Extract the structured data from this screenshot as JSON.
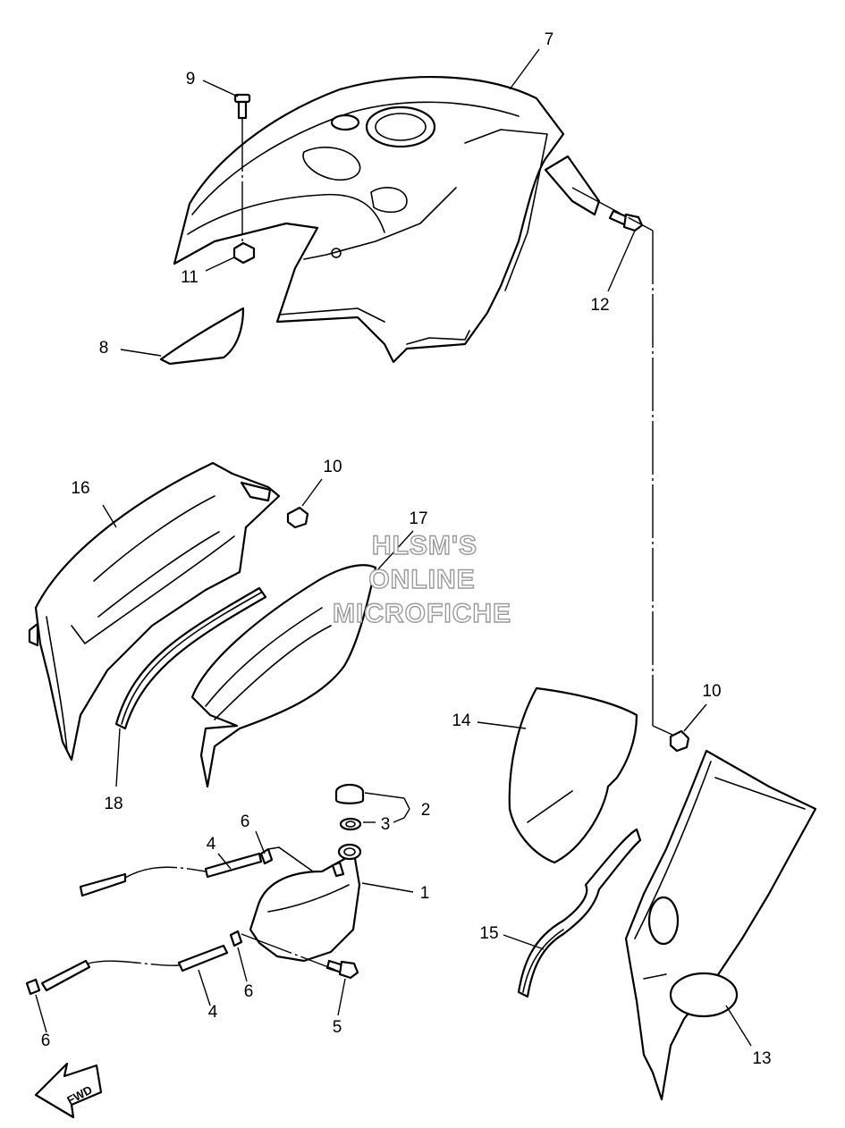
{
  "watermark": {
    "line1": "HLSM'S",
    "line2": "ONLINE",
    "line3": "MICROFICHE"
  },
  "direction": "FWD",
  "callouts": {
    "c1": "1",
    "c2": "2",
    "c3": "3",
    "c4a": "4",
    "c4b": "4",
    "c5": "5",
    "c6a": "6",
    "c6b": "6",
    "c6c": "6",
    "c7": "7",
    "c8": "8",
    "c9": "9",
    "c10a": "10",
    "c10b": "10",
    "c11": "11",
    "c12": "12",
    "c13": "13",
    "c14": "14",
    "c15": "15",
    "c16": "16",
    "c17": "17",
    "c18": "18"
  }
}
